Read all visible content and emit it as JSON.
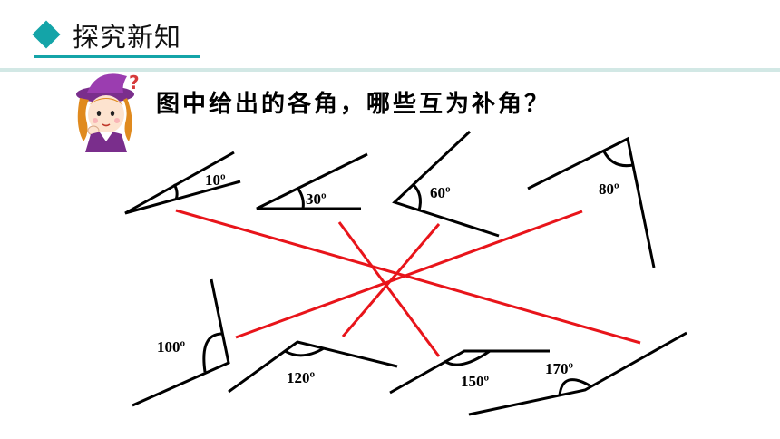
{
  "header": {
    "title": "探究新知",
    "accent_color": "#14a4a8"
  },
  "question": "图中给出的各角，哪些互为补角？",
  "character": {
    "icon": "thinking-girl-icon",
    "mark": "?"
  },
  "angles": [
    {
      "value": 10,
      "label": "10º"
    },
    {
      "value": 30,
      "label": "30º"
    },
    {
      "value": 60,
      "label": "60º"
    },
    {
      "value": 80,
      "label": "80º"
    },
    {
      "value": 100,
      "label": "100º"
    },
    {
      "value": 120,
      "label": "120º"
    },
    {
      "value": 150,
      "label": "150º"
    },
    {
      "value": 170,
      "label": "170º"
    }
  ],
  "supplementary_pairs": [
    [
      10,
      170
    ],
    [
      30,
      150
    ],
    [
      60,
      120
    ],
    [
      80,
      100
    ]
  ],
  "colors": {
    "pair_line": "#e8141a",
    "angle_stroke": "#000000"
  }
}
